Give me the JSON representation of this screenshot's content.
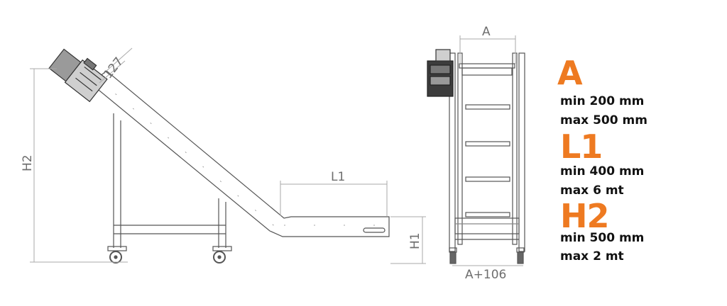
{
  "dimensions": {
    "side_view": {
      "angle_label": "127",
      "height_label": "H2",
      "length_label": "L1",
      "low_height_label": "H1"
    },
    "front_view": {
      "width_label": "A",
      "base_width_label": "A+106"
    }
  },
  "specs": [
    {
      "symbol": "A",
      "min": "min 200 mm",
      "max": "max 500 mm"
    },
    {
      "symbol": "L1",
      "min": "min 400 mm",
      "max": "max 6 mt"
    },
    {
      "symbol": "H2",
      "min": "min 500 mm",
      "max": "max 2 mt"
    }
  ],
  "colors": {
    "accent": "#ee7a21",
    "line": "#555555",
    "dim": "#9a9a9a"
  }
}
